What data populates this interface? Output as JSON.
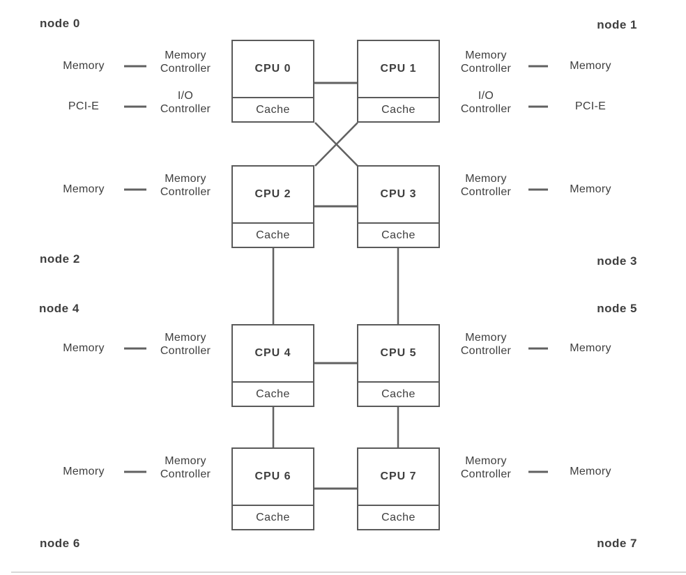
{
  "colors": {
    "text": "#3e3e3e",
    "line": "#5a5a5a",
    "wire": "#616161",
    "background": "#ffffff"
  },
  "node_labels": [
    "node 0",
    "node 1",
    "node 2",
    "node 3",
    "node 4",
    "node 5",
    "node 6",
    "node 7"
  ],
  "cpus": [
    {
      "label": "CPU 0",
      "cache": "Cache"
    },
    {
      "label": "CPU 1",
      "cache": "Cache"
    },
    {
      "label": "CPU 2",
      "cache": "Cache"
    },
    {
      "label": "CPU 3",
      "cache": "Cache"
    },
    {
      "label": "CPU 4",
      "cache": "Cache"
    },
    {
      "label": "CPU 5",
      "cache": "Cache"
    },
    {
      "label": "CPU 6",
      "cache": "Cache"
    },
    {
      "label": "CPU 7",
      "cache": "Cache"
    }
  ],
  "peripherals": {
    "memory": "Memory",
    "memory_controller": [
      "Memory",
      "Controller"
    ],
    "io_controller": [
      "I/O",
      "Controller"
    ],
    "pcie": "PCI-E"
  }
}
